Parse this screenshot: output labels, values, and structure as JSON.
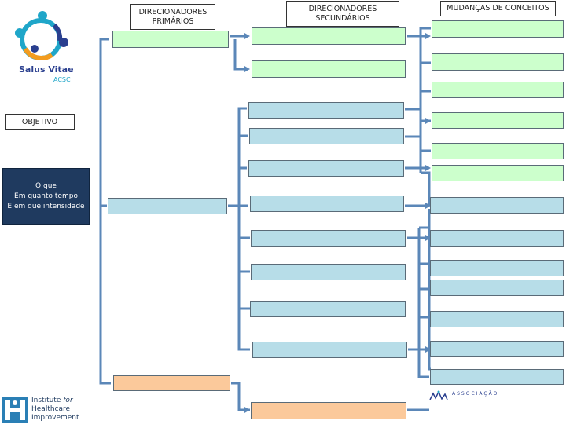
{
  "headers": {
    "primary": "DIRECIONADORES PRIMÁRIOS",
    "secondary": "DIRECIONADORES SECUNDÁRIOS",
    "changes": "MUDANÇAS DE CONCEITOS"
  },
  "objective_label": "OBJETIVO",
  "question_lines": [
    "O que",
    "Em quanto tempo",
    "E em que intensidade"
  ],
  "logo_top": {
    "name": "Salus Vitae",
    "sub": "ACSC"
  },
  "logo_bottom": {
    "line1": "Institute",
    "line1_italic": "for",
    "line2": "Healthcare",
    "line3": "Improvement"
  },
  "logo_assoc": "ASSOCIAÇÃO",
  "colors": {
    "green": "#ccffcc",
    "blue": "#b7dde8",
    "orange": "#fbc99b",
    "connector": "#5b87b8",
    "navy": "#1f3a5f"
  }
}
